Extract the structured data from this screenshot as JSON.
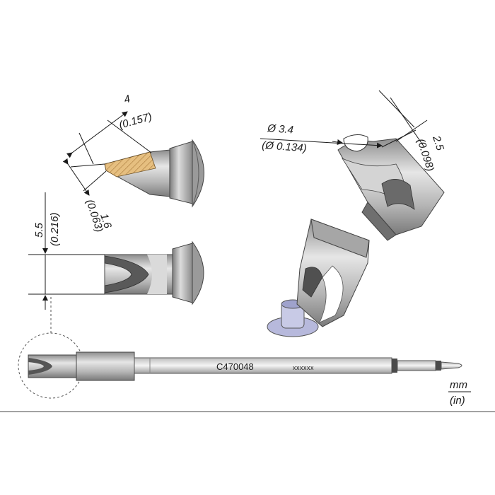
{
  "dimensions": {
    "tip_length": {
      "mm": "4",
      "in": "(0.157)"
    },
    "tip_edge": {
      "mm": "1.6",
      "in": "(0.063)"
    },
    "tip_width": {
      "mm": "5.5",
      "in": "(0.216)"
    },
    "cup_diameter": {
      "mm": "Ø 3.4",
      "in": "(Ø 0.134)"
    },
    "cup_depth": {
      "mm": "2.5",
      "in": "(0.098)"
    }
  },
  "cartridge": {
    "part_number": "C470048",
    "batch_code": "xxxxxx"
  },
  "units": {
    "primary": "mm",
    "secondary": "(in)"
  },
  "colors": {
    "tip_plating": "#d8a860",
    "body": "#a9a9a9",
    "accent": "#b7b9dc"
  }
}
